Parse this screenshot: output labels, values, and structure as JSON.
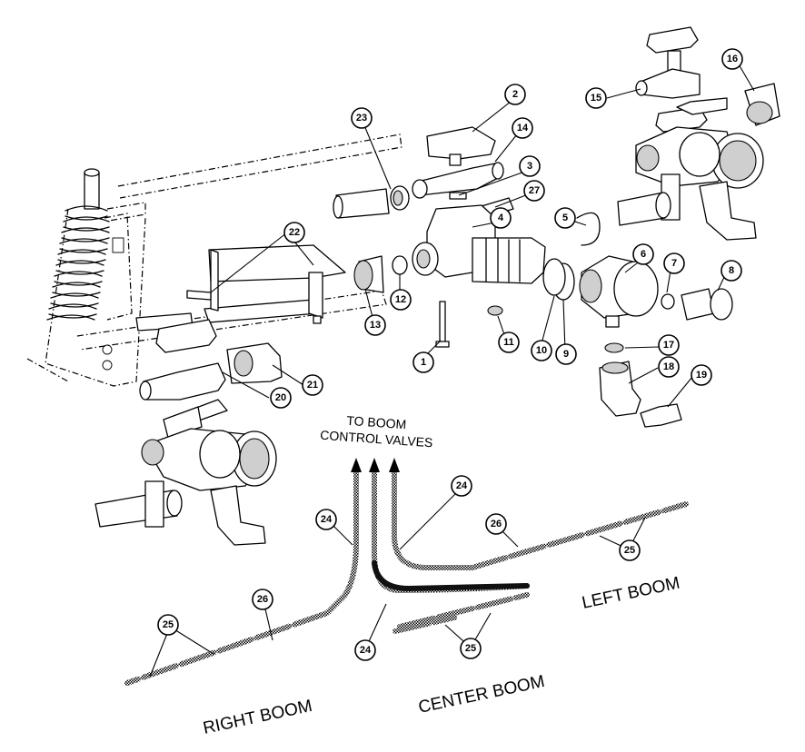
{
  "callouts": [
    "1",
    "2",
    "3",
    "4",
    "5",
    "6",
    "7",
    "8",
    "9",
    "10",
    "11",
    "12",
    "13",
    "14",
    "15",
    "16",
    "17",
    "18",
    "19",
    "20",
    "21",
    "22",
    "23",
    "24",
    "25",
    "26",
    "27"
  ],
  "labels": {
    "to_boom_line1": "TO BOOM",
    "to_boom_line2": "CONTROL VALVES",
    "right_boom": "RIGHT BOOM",
    "center_boom": "CENTER BOOM",
    "left_boom": "LEFT BOOM"
  }
}
